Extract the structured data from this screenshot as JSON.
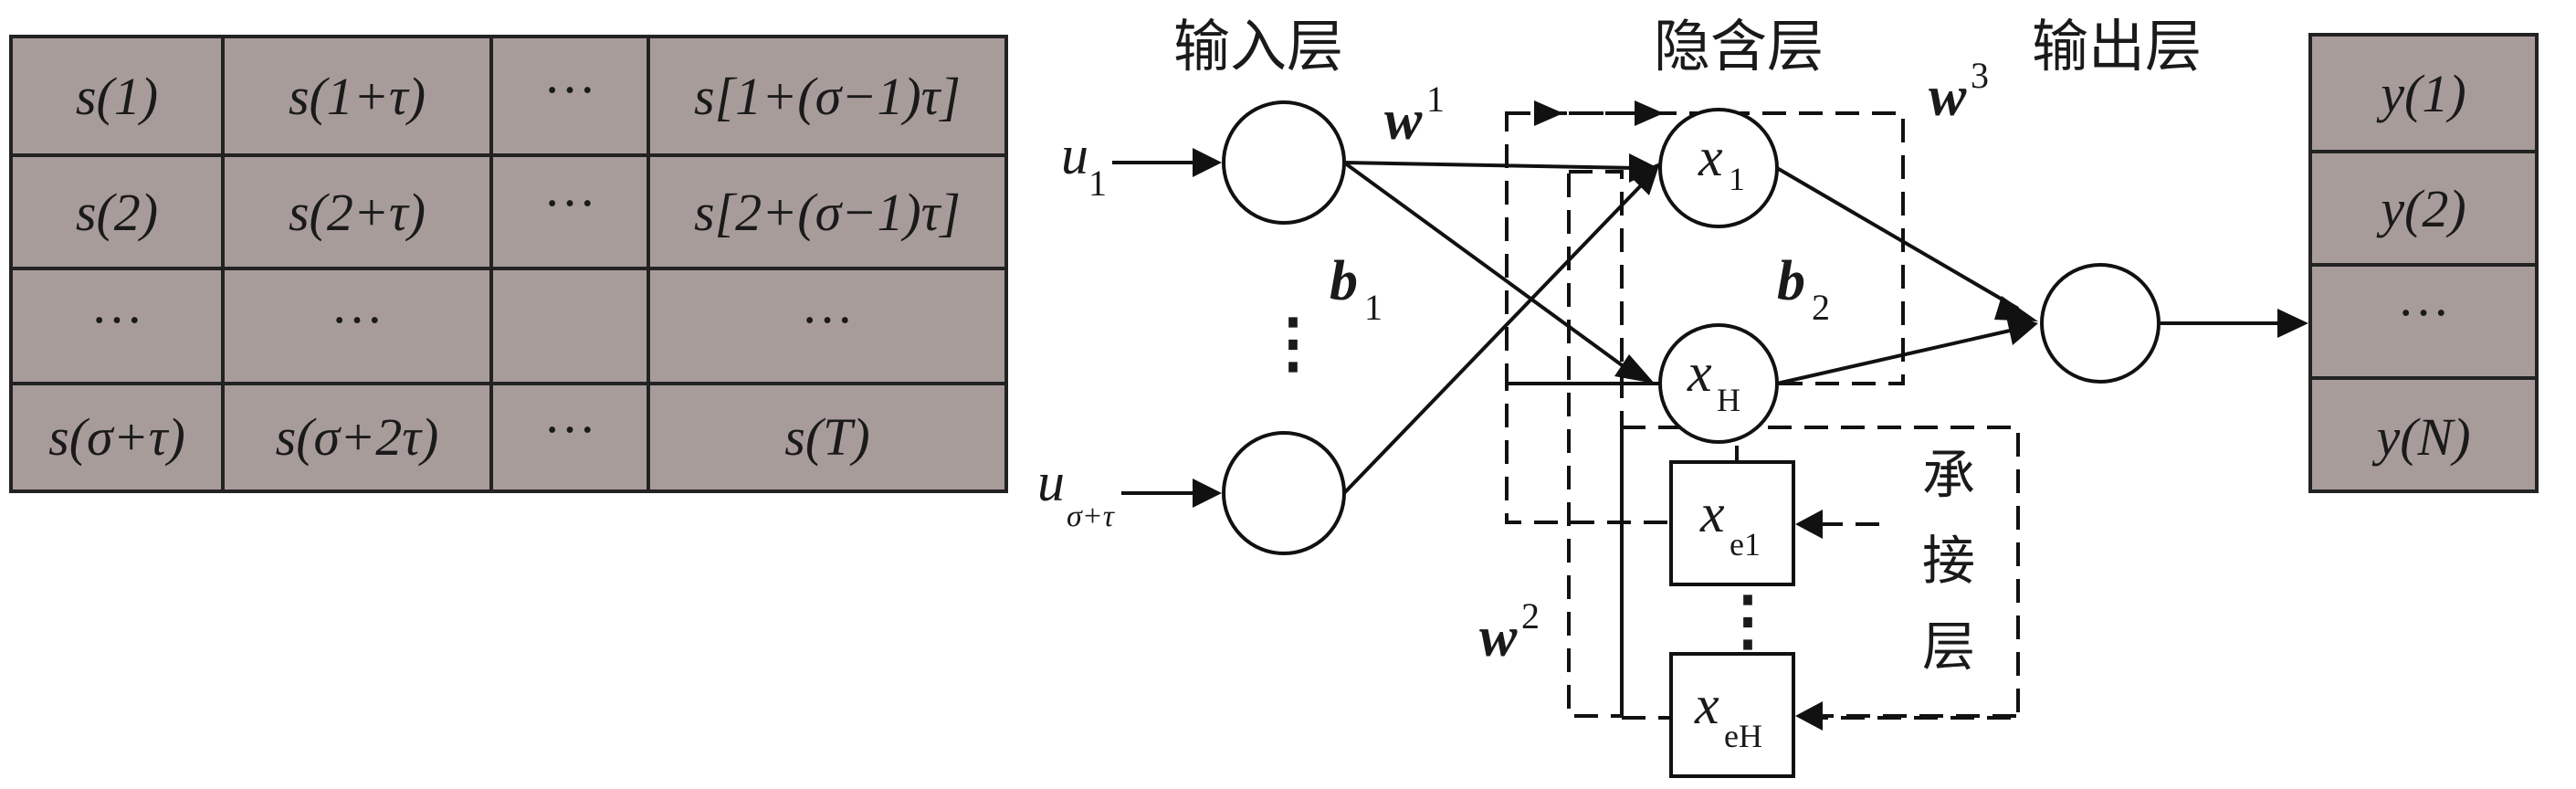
{
  "input_table": {
    "rows": [
      [
        "s(1)",
        "s(1+τ)",
        "···",
        "s[1+(σ−1)τ]"
      ],
      [
        "s(2)",
        "s(2+τ)",
        "···",
        "s[2+(σ−1)τ]"
      ],
      [
        "···",
        "···",
        "",
        "···"
      ],
      [
        "s(σ+τ)",
        "s(σ+2τ)",
        "···",
        "s(T)"
      ]
    ]
  },
  "output_table": {
    "rows": [
      "y(1)",
      "y(2)",
      "···",
      "y(N)"
    ]
  },
  "layers": {
    "input": "输入层",
    "hidden": "隐含层",
    "output": "输出层",
    "context": [
      "承",
      "接",
      "层"
    ]
  },
  "inputs": {
    "u1_base": "u",
    "u1_sub": "1",
    "un_base": "u",
    "un_sub": "σ+τ",
    "dots": "⋮"
  },
  "hidden_nodes": {
    "x1_base": "x",
    "x1_sub": "1",
    "xH_base": "x",
    "xH_sub": "H"
  },
  "context_nodes": {
    "xe1_base": "x",
    "xe1_sub": "e1",
    "xeH_base": "x",
    "xeH_sub": "eH",
    "dots": "⋮"
  },
  "weights": {
    "w1_base": "w",
    "w1_sup": "1",
    "w2_base": "w",
    "w2_sup": "2",
    "w3_base": "w",
    "w3_sup": "3",
    "b1_base": "b",
    "b1_sub": "1",
    "b2_base": "b",
    "b2_sub": "2"
  }
}
